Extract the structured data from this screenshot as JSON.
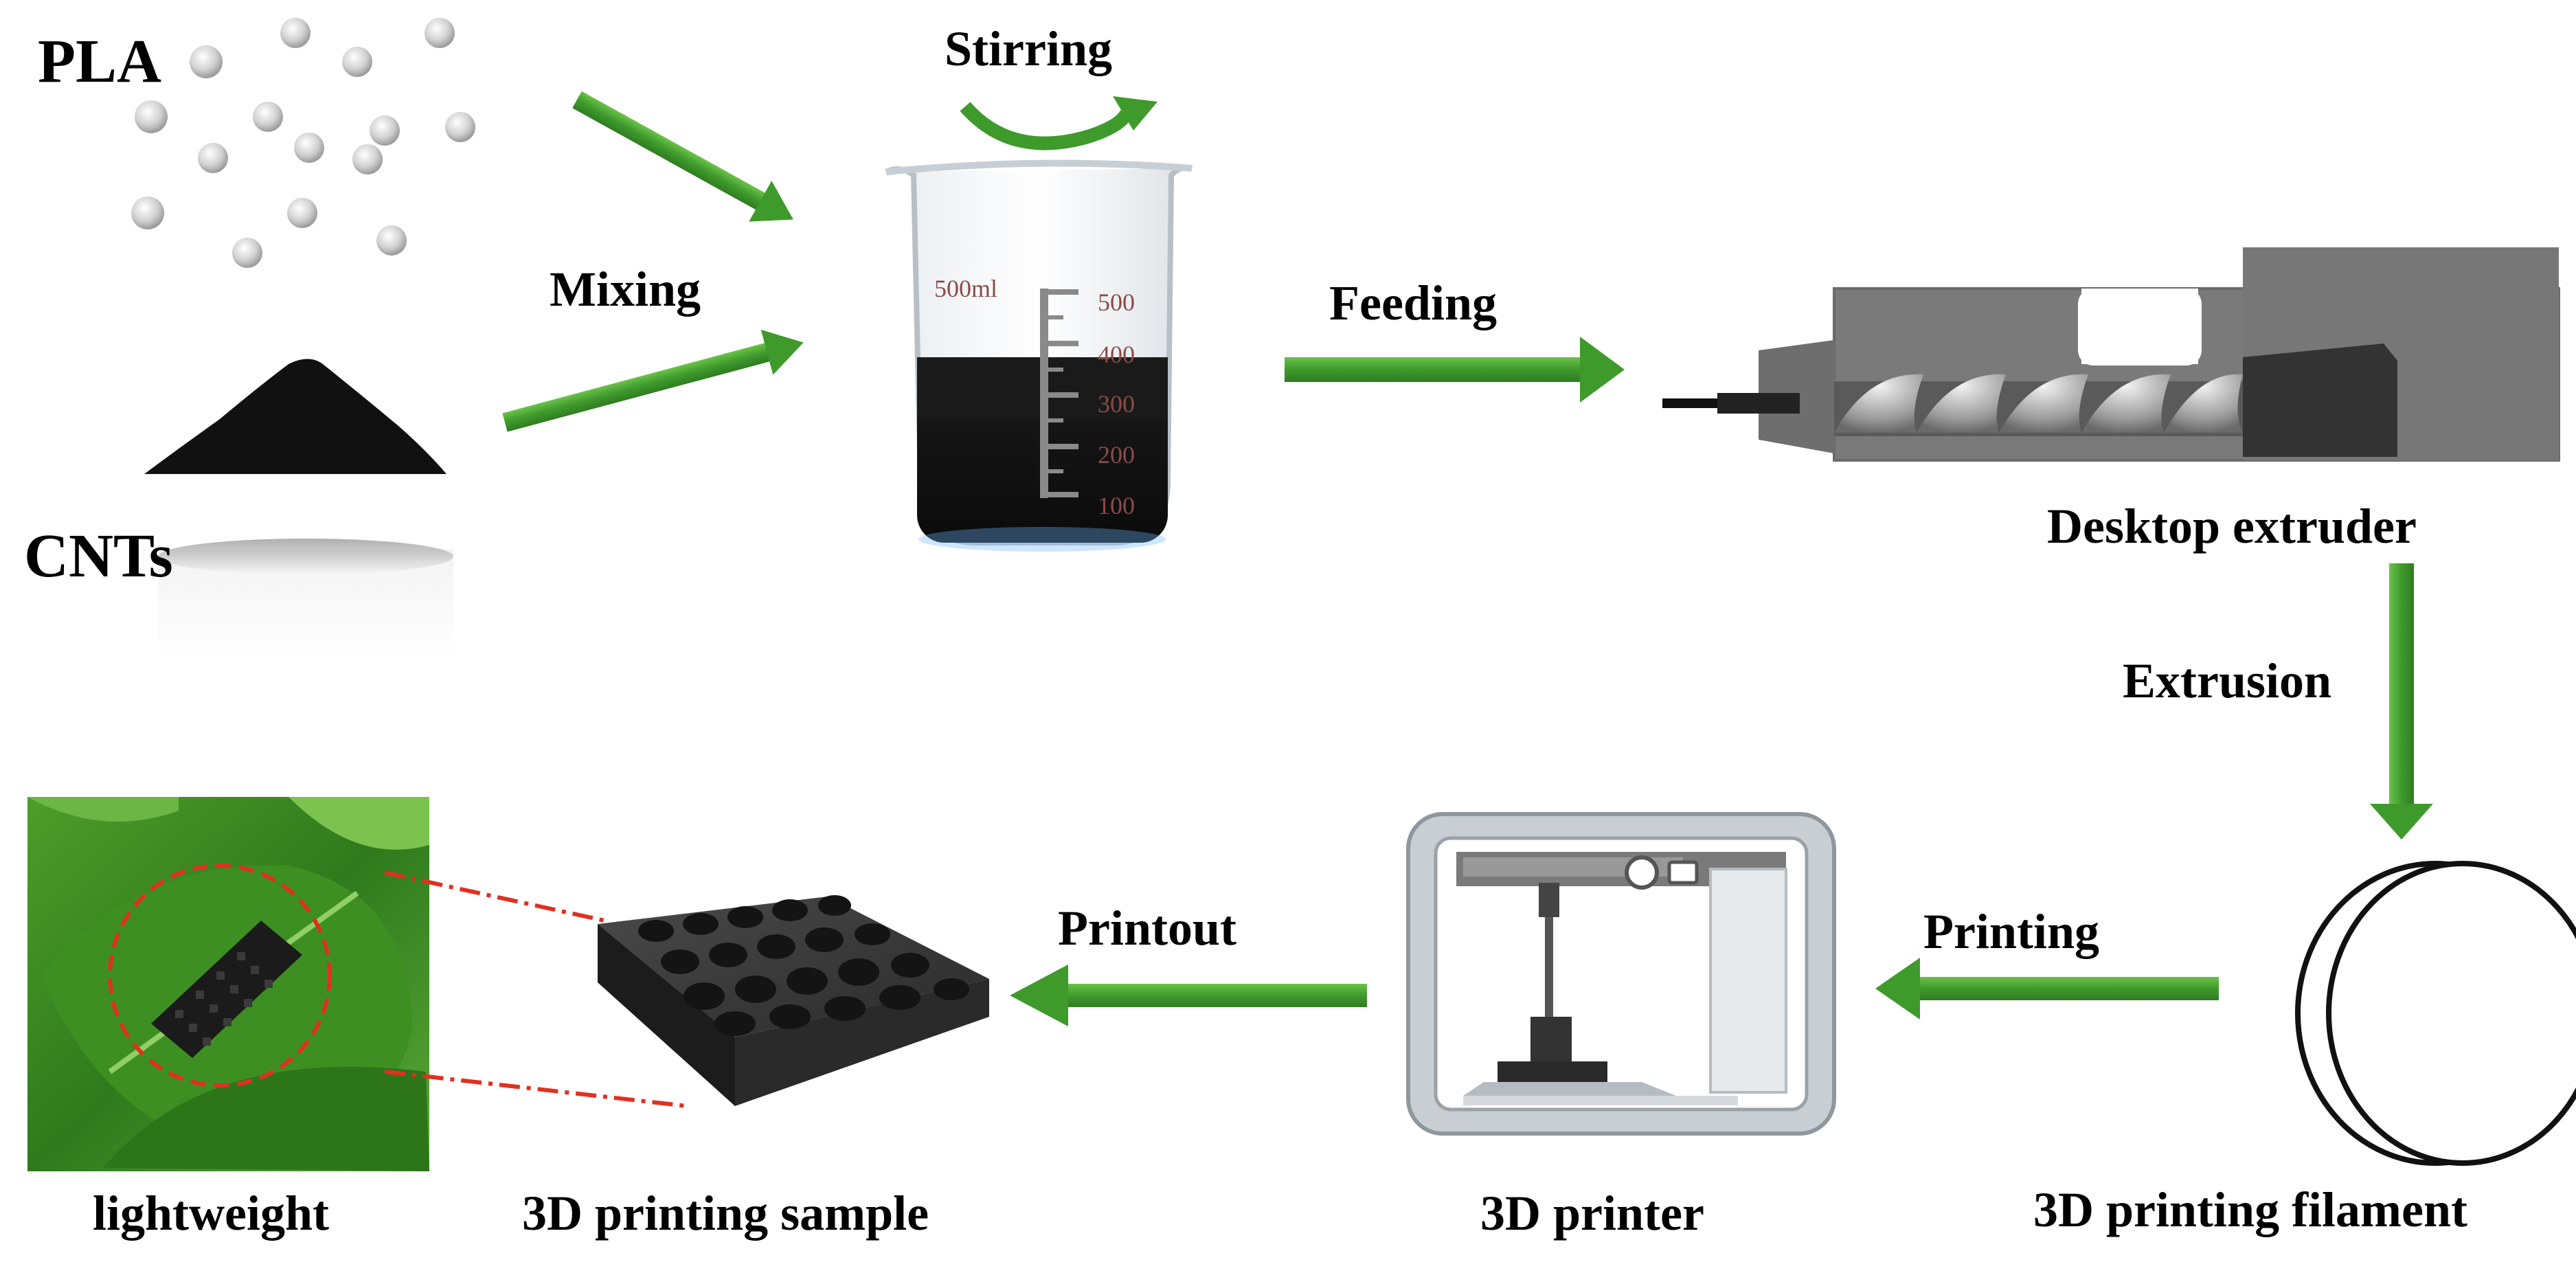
{
  "materials": {
    "pla": "PLA",
    "cnts": "CNTs"
  },
  "steps": {
    "mixing": "Mixing",
    "stirring": "Stirring",
    "feeding": "Feeding",
    "extrusion": "Extrusion",
    "printing": "Printing",
    "printout": "Printout"
  },
  "components": {
    "desktop_extruder": "Desktop extruder",
    "filament": "3D printing filament",
    "printer": "3D printer",
    "sample": "3D printing sample",
    "lightweight": "lightweight"
  },
  "beaker": {
    "volume_label": "500ml",
    "scale": [
      "500",
      "400",
      "300",
      "200",
      "100"
    ]
  },
  "colors": {
    "arrow": "#4aa832",
    "arrow_edge": "#2f7d20",
    "extruder_gray": "#7a7a7a",
    "dark": "#1a1a1a",
    "dashed_line": "#e03020"
  }
}
